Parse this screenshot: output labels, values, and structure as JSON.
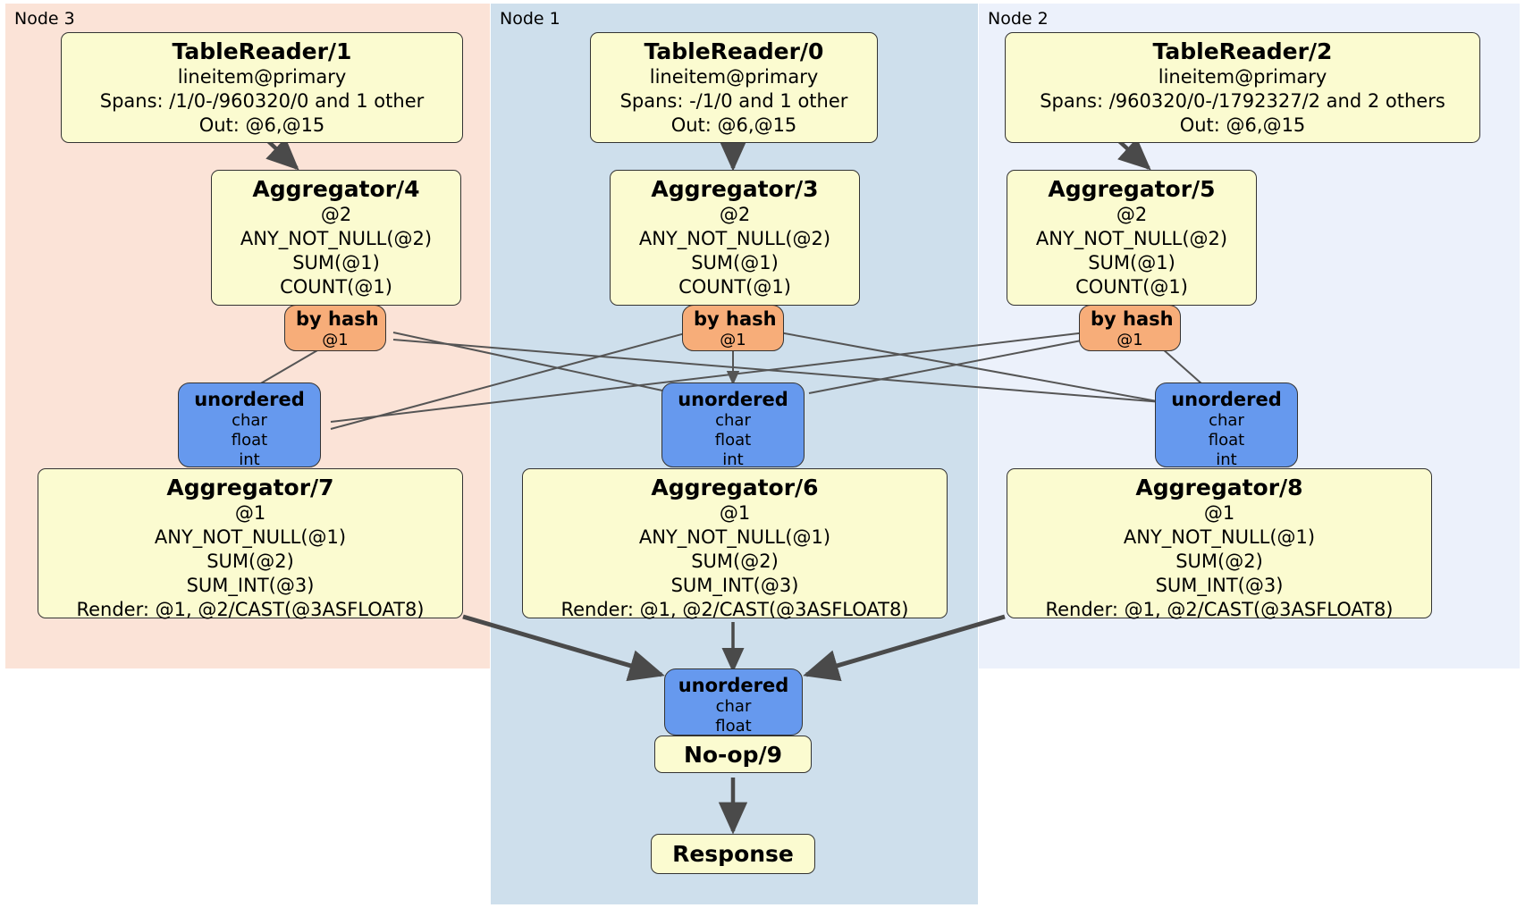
{
  "diagram": {
    "type": "distributed-query-plan",
    "title": "Distributed query plan flow diagram",
    "colors": {
      "node3_bg": "#fbe3d7",
      "node1_bg": "#cedfec",
      "node2_bg": "#ecf1fb",
      "processor_fill": "#fbfbd0",
      "hash_router_fill": "#f7ad79",
      "unordered_router_fill": "#6699ee",
      "border": "#333333",
      "edge_thin": "#555555",
      "edge_thick": "#4a4a4a"
    },
    "regions": [
      {
        "id": "node3",
        "label": "Node 3"
      },
      {
        "id": "node1",
        "label": "Node 1"
      },
      {
        "id": "node2",
        "label": "Node 2"
      }
    ]
  },
  "node3": {
    "label": "Node 3",
    "table_reader": {
      "title": "TableReader/1",
      "lines": [
        "lineitem@primary",
        "Spans: /1/0-/960320/0 and 1 other",
        "Out: @6,@15"
      ]
    },
    "aggregator_local": {
      "title": "Aggregator/4",
      "lines": [
        "@2",
        "ANY_NOT_NULL(@2)",
        "SUM(@1)",
        "COUNT(@1)"
      ]
    },
    "hash_router": {
      "title": "by hash",
      "lines": [
        "@1"
      ]
    },
    "unordered_router": {
      "title": "unordered",
      "lines": [
        "char",
        "float",
        "int"
      ]
    },
    "aggregator_final": {
      "title": "Aggregator/7",
      "lines": [
        "@1",
        "ANY_NOT_NULL(@1)",
        "SUM(@2)",
        "SUM_INT(@3)",
        "Render: @1, @2/CAST(@3ASFLOAT8)"
      ]
    }
  },
  "node1": {
    "label": "Node 1",
    "table_reader": {
      "title": "TableReader/0",
      "lines": [
        "lineitem@primary",
        "Spans: -/1/0 and 1 other",
        "Out: @6,@15"
      ]
    },
    "aggregator_local": {
      "title": "Aggregator/3",
      "lines": [
        "@2",
        "ANY_NOT_NULL(@2)",
        "SUM(@1)",
        "COUNT(@1)"
      ]
    },
    "hash_router": {
      "title": "by hash",
      "lines": [
        "@1"
      ]
    },
    "unordered_router": {
      "title": "unordered",
      "lines": [
        "char",
        "float",
        "int"
      ]
    },
    "aggregator_final": {
      "title": "Aggregator/6",
      "lines": [
        "@1",
        "ANY_NOT_NULL(@1)",
        "SUM(@2)",
        "SUM_INT(@3)",
        "Render: @1, @2/CAST(@3ASFLOAT8)"
      ]
    },
    "final_router": {
      "title": "unordered",
      "lines": [
        "char",
        "float"
      ]
    },
    "noop": {
      "title": "No-op/9"
    },
    "response": {
      "title": "Response"
    }
  },
  "node2": {
    "label": "Node 2",
    "table_reader": {
      "title": "TableReader/2",
      "lines": [
        "lineitem@primary",
        "Spans: /960320/0-/1792327/2 and 2 others",
        "Out: @6,@15"
      ]
    },
    "aggregator_local": {
      "title": "Aggregator/5",
      "lines": [
        "@2",
        "ANY_NOT_NULL(@2)",
        "SUM(@1)",
        "COUNT(@1)"
      ]
    },
    "hash_router": {
      "title": "by hash",
      "lines": [
        "@1"
      ]
    },
    "unordered_router": {
      "title": "unordered",
      "lines": [
        "char",
        "float",
        "int"
      ]
    },
    "aggregator_final": {
      "title": "Aggregator/8",
      "lines": [
        "@1",
        "ANY_NOT_NULL(@1)",
        "SUM(@2)",
        "SUM_INT(@3)",
        "Render: @1, @2/CAST(@3ASFLOAT8)"
      ]
    }
  }
}
